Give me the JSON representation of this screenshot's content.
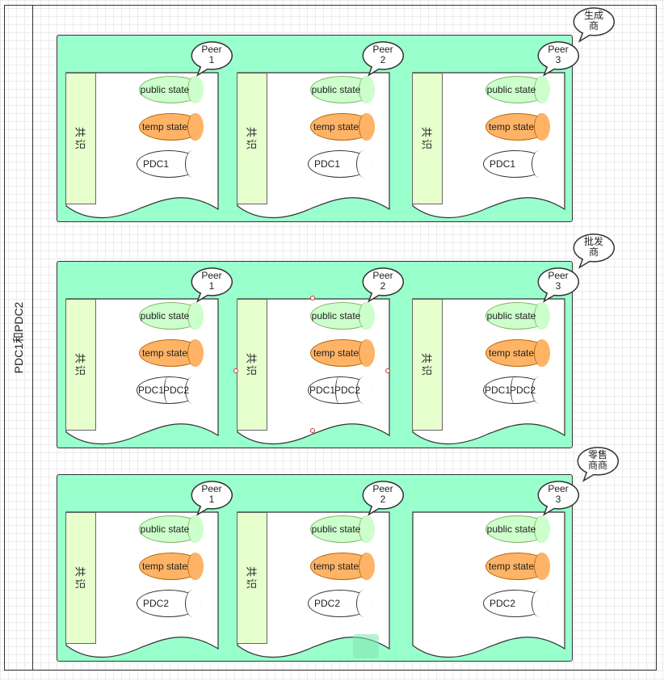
{
  "outer_label": "PDC1和PDC2",
  "ledger_label": "共识",
  "public_state_label": "public\nstate",
  "temp_state_label": "temp state",
  "orgs": [
    {
      "name": "生成\n商",
      "peers": [
        {
          "name": "Peer\n1",
          "has_ledger": true,
          "pdcs": [
            "PDC1"
          ]
        },
        {
          "name": "Peer\n2",
          "has_ledger": true,
          "pdcs": [
            "PDC1"
          ]
        },
        {
          "name": "Peer\n3",
          "has_ledger": true,
          "pdcs": [
            "PDC1"
          ]
        }
      ]
    },
    {
      "name": "批发\n商",
      "peers": [
        {
          "name": "Peer\n1",
          "has_ledger": true,
          "pdcs": [
            "PDC1",
            "PDC2"
          ]
        },
        {
          "name": "Peer\n2",
          "has_ledger": true,
          "pdcs": [
            "PDC1",
            "PDC2"
          ]
        },
        {
          "name": "Peer\n3",
          "has_ledger": true,
          "pdcs": [
            "PDC1",
            "PDC2"
          ]
        }
      ]
    },
    {
      "name": "零售\n商商",
      "peers": [
        {
          "name": "Peer\n1",
          "has_ledger": true,
          "pdcs": [
            "PDC2"
          ]
        },
        {
          "name": "Peer\n2",
          "has_ledger": true,
          "pdcs": [
            "PDC2"
          ]
        },
        {
          "name": "Peer\n3",
          "has_ledger": false,
          "pdcs": [
            "PDC2"
          ]
        }
      ]
    }
  ],
  "colors": {
    "org_fill": "#99ffcc",
    "ledger_fill": "#e6ffcc",
    "public_state_fill": "#ccffcc",
    "temp_state_fill": "#ffb366"
  }
}
